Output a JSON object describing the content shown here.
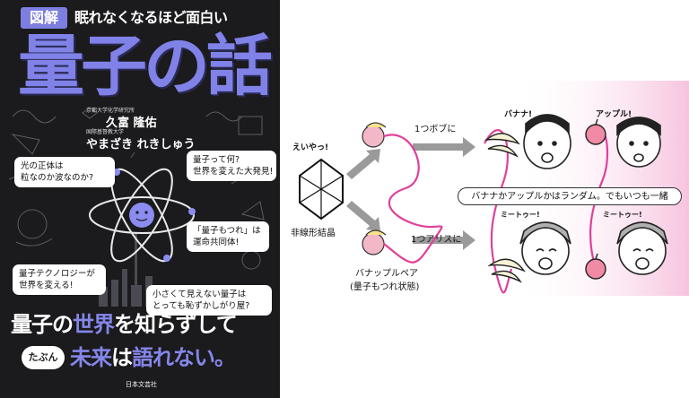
{
  "cover": {
    "badge": "図解",
    "subtitle": "眠れなくなるほど面白い",
    "title": "量子の話",
    "author1_affiliation": "京都大学化学研究所",
    "author1_name": "久富 隆佑",
    "author2_affiliation": "国際基督教大学",
    "author2_name": "やまざき れきしゅう",
    "bubbles": {
      "b1_line1": "光の正体は",
      "b1_line2": "粒なのか波なのか?",
      "b2_line1": "量子って何?",
      "b2_line2": "世界を変えた大発見!",
      "b3_line1": "「量子もつれ」は",
      "b3_line2": "運命共同体!",
      "b4_line1": "量子テクノロジーが",
      "b4_line2": "世界を変える!",
      "b5_line1": "小さくて見えない量子は",
      "b5_line2": "とっても恥ずかしがり屋?"
    },
    "tagline1_a": "量子の",
    "tagline1_b": "世界",
    "tagline1_c": "を知らずして",
    "tabun": "たぶん",
    "tagline2_a": "未来",
    "tagline2_b": "は",
    "tagline2_c": "語れない。",
    "publisher": "日本文芸社",
    "colors": {
      "background": "#1b1a1c",
      "accent": "#8082e8",
      "text": "#ffffff"
    }
  },
  "diagram": {
    "eiya": "えいやっ!",
    "crystal_label": "非線形結晶",
    "pair_label_line1": "バナップルペア",
    "pair_label_line2": "(量子もつれ状態)",
    "to_bob": "1つボブに",
    "to_alice": "1つアリスに",
    "banana_say": "バナナ!",
    "apple_say": "アップル!",
    "meetoo_left": "ミートゥー!",
    "meetoo_right": "ミートゥー!",
    "banner": "バナナかアップルかはランダム。でもいつも一緒",
    "colors": {
      "entangle_line": "#e0409a",
      "arrow": "#9a9a9a",
      "fruit_pair": "#f2b8c8",
      "pink_glow": "#f7c3df"
    }
  }
}
